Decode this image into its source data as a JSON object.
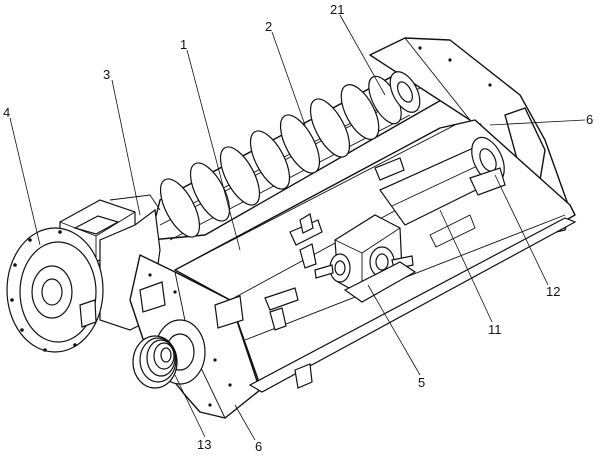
{
  "diagram": {
    "callouts": [
      {
        "id": "c1",
        "text": "1"
      },
      {
        "id": "c2",
        "text": "2"
      },
      {
        "id": "c21",
        "text": "21"
      },
      {
        "id": "c3",
        "text": "3"
      },
      {
        "id": "c4",
        "text": "4"
      },
      {
        "id": "c6a",
        "text": "6"
      },
      {
        "id": "c12",
        "text": "12"
      },
      {
        "id": "c11",
        "text": "11"
      },
      {
        "id": "c5",
        "text": "5"
      },
      {
        "id": "c13",
        "text": "13"
      },
      {
        "id": "c6b",
        "text": "6"
      }
    ]
  }
}
